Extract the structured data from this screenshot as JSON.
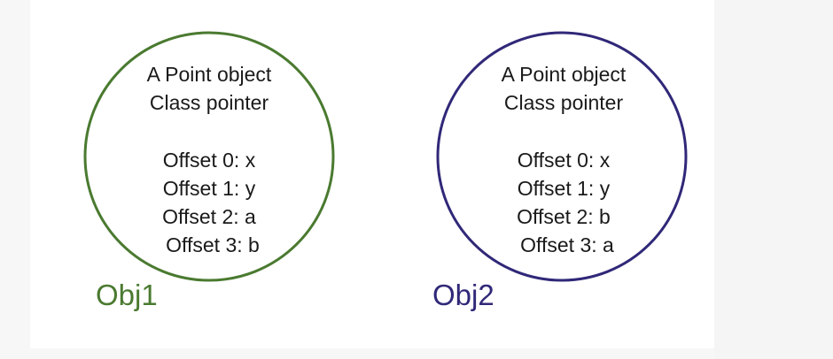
{
  "objects": [
    {
      "heading": "A Point object",
      "subheading": "Class pointer",
      "fields": [
        "Offset 0: x",
        "Offset 1: y",
        "Offset 2: a",
        "Offset 3: b"
      ],
      "caption": "Obj1",
      "color": "#4a7a30"
    },
    {
      "heading": "A Point object",
      "subheading": "Class pointer",
      "fields": [
        "Offset 0: x",
        "Offset 1: y",
        "Offset 2: b",
        "Offset 3: a"
      ],
      "caption": "Obj2",
      "color": "#302878"
    }
  ]
}
